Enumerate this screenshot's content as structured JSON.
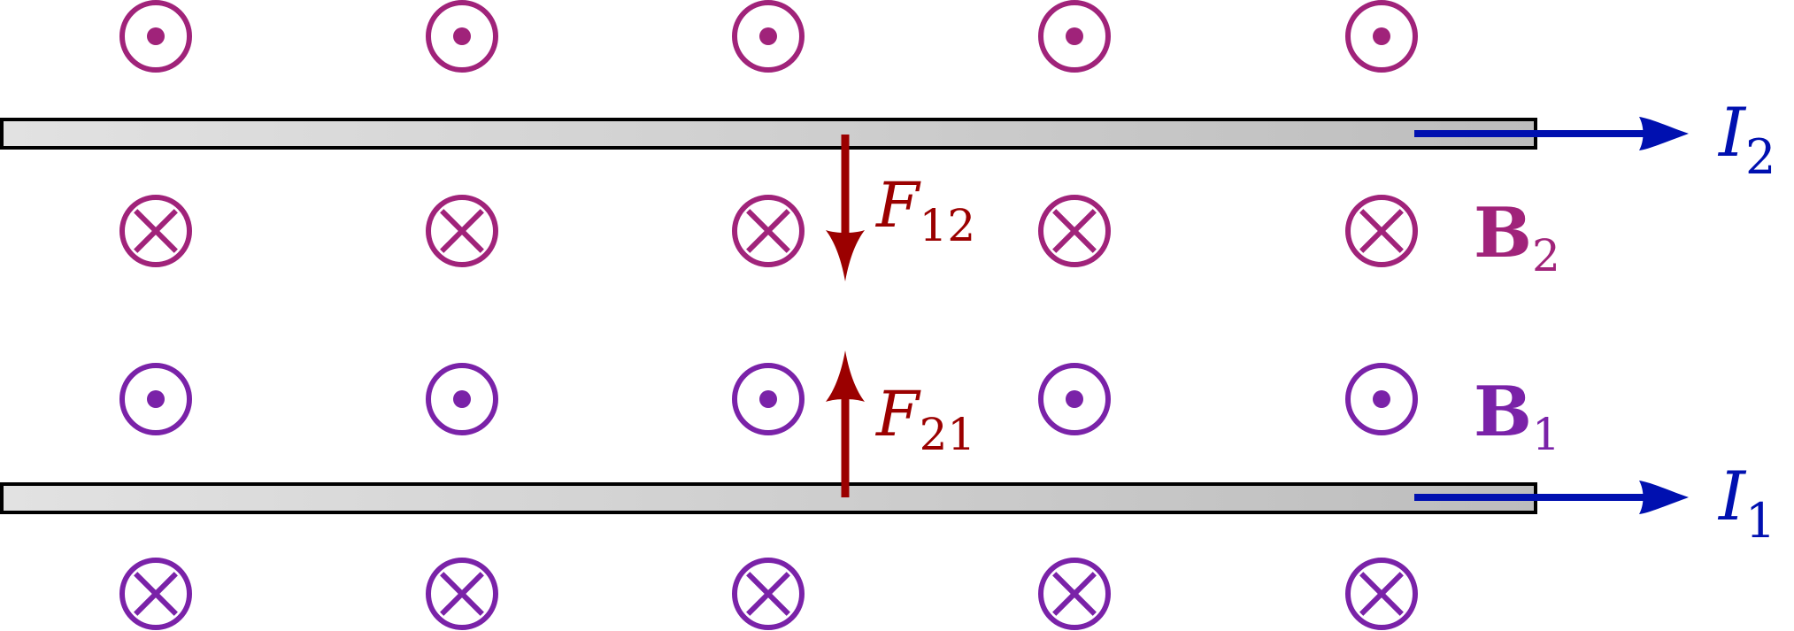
{
  "colors": {
    "wire_fill_start": "#e2e2e2",
    "wire_fill_end": "#bdbdbd",
    "wire_stroke": "#000000",
    "field_b2": "#a0237a",
    "field_b1": "#7a22a8",
    "force": "#9b0000",
    "current": "#0010b0"
  },
  "wires": {
    "top": {
      "current_label": "I",
      "current_sub": "2"
    },
    "bottom": {
      "current_label": "I",
      "current_sub": "1"
    }
  },
  "fields": {
    "b2": {
      "label": "B",
      "sub": "2"
    },
    "b1": {
      "label": "B",
      "sub": "1"
    }
  },
  "forces": {
    "f12": {
      "label": "F",
      "sub": "12"
    },
    "f21": {
      "label": "F",
      "sub": "21"
    }
  },
  "symbol_rows": [
    {
      "name": "row-above-top-wire",
      "type": "out",
      "color": "field_b2",
      "count": 5
    },
    {
      "name": "row-below-top-wire",
      "type": "in",
      "color": "field_b2",
      "count": 5
    },
    {
      "name": "row-above-bottom-wire",
      "type": "out",
      "color": "field_b1",
      "count": 5
    },
    {
      "name": "row-below-bottom-wire",
      "type": "in",
      "color": "field_b1",
      "count": 5
    }
  ]
}
